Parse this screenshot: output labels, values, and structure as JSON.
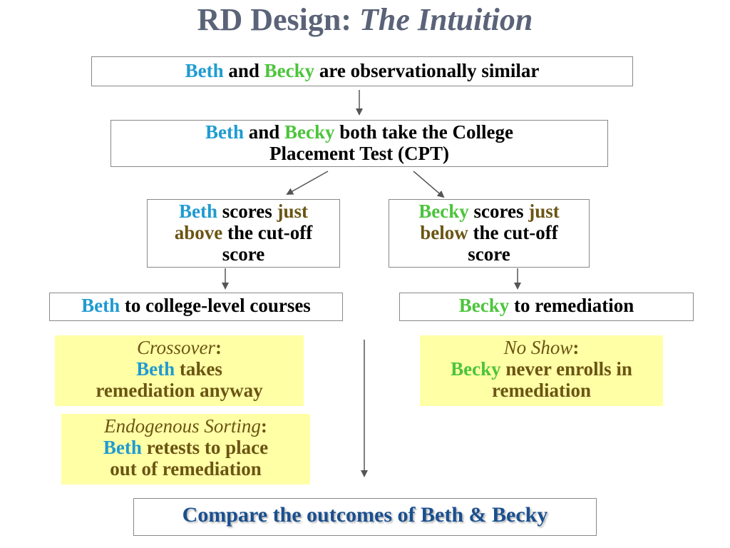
{
  "title": {
    "prefix": "RD Design:",
    "italic": "The Intuition"
  },
  "names": {
    "beth": "Beth",
    "becky": "Becky"
  },
  "box1": {
    "and": "and",
    "rest": "are observationally similar"
  },
  "box2": {
    "and": "and",
    "rest_line1": "both take the College",
    "line2": "Placement Test (CPT)"
  },
  "left_score": {
    "scores": "scores",
    "just": "just",
    "above": "above",
    "rest": "the cut-off",
    "score": "score"
  },
  "right_score": {
    "scores": "scores",
    "just": "just",
    "below": "below",
    "rest": "the cut-off",
    "score": "score"
  },
  "left_outcome": {
    "rest": "to college-level courses"
  },
  "right_outcome": {
    "rest": "to remediation"
  },
  "crossover": {
    "label": "Crossover",
    "colon": ":",
    "line2_rest": "takes",
    "line3": "remediation anyway"
  },
  "endogenous": {
    "label": "Endogenous Sorting",
    "colon": ":",
    "line2_rest": "retests to place",
    "line3": "out of remediation"
  },
  "no_show": {
    "label": "No Show",
    "colon": ":",
    "line2_rest": "never enrolls in",
    "line3": "remediation"
  },
  "final": {
    "text": "Compare the outcomes of Beth & Becky"
  },
  "colors": {
    "title": "#5a6378",
    "beth": "#1f9bd1",
    "becky": "#4cc43c",
    "emphasis": "#6b5513",
    "note_background": "#ffffa6",
    "final_text": "#1a4f8f"
  }
}
